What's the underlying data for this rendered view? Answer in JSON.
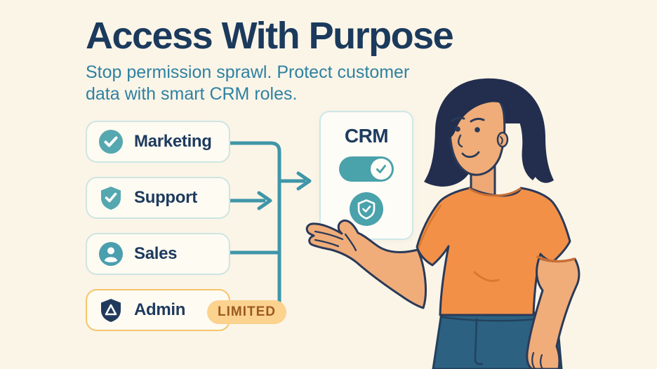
{
  "header": {
    "title": "Access With Purpose",
    "subtitle1": "Stop permission sprawl. Protect customer",
    "subtitle2": "data with smart CRM roles."
  },
  "roles": [
    {
      "label": "Marketing",
      "icon": "check-circle-icon"
    },
    {
      "label": "Support",
      "icon": "shield-check-icon"
    },
    {
      "label": "Sales",
      "icon": "user-circle-icon"
    },
    {
      "label": "Admin",
      "icon": "shield-warning-icon",
      "badge": "LIMITED"
    }
  ],
  "crm": {
    "title": "CRM",
    "toggle_state": "on",
    "icons": [
      "toggle-on-icon",
      "shield-check-bubble-icon"
    ]
  },
  "illustration": {
    "description": "woman with dark bob haircut, orange t-shirt and jeans presenting the CRM panel with an open palm"
  },
  "colors": {
    "background": "#fbf5e8",
    "title_text": "#1b3a5c",
    "subtitle_text": "#2f81a1",
    "card_background": "#fdfbf2",
    "card_border": "#cfe5e2",
    "admin_card_border": "#f6c46a",
    "role_icon_teal": "#55a8af",
    "role_icon_navy": "#1f3a5c",
    "badge_background": "#fbd28e",
    "badge_text": "#9c5a20",
    "connector": "#3f96a8",
    "shirt_orange": "#f29048",
    "jeans_blue": "#2c6181",
    "skin": "#f0ad79",
    "hair_navy": "#232e4e"
  }
}
